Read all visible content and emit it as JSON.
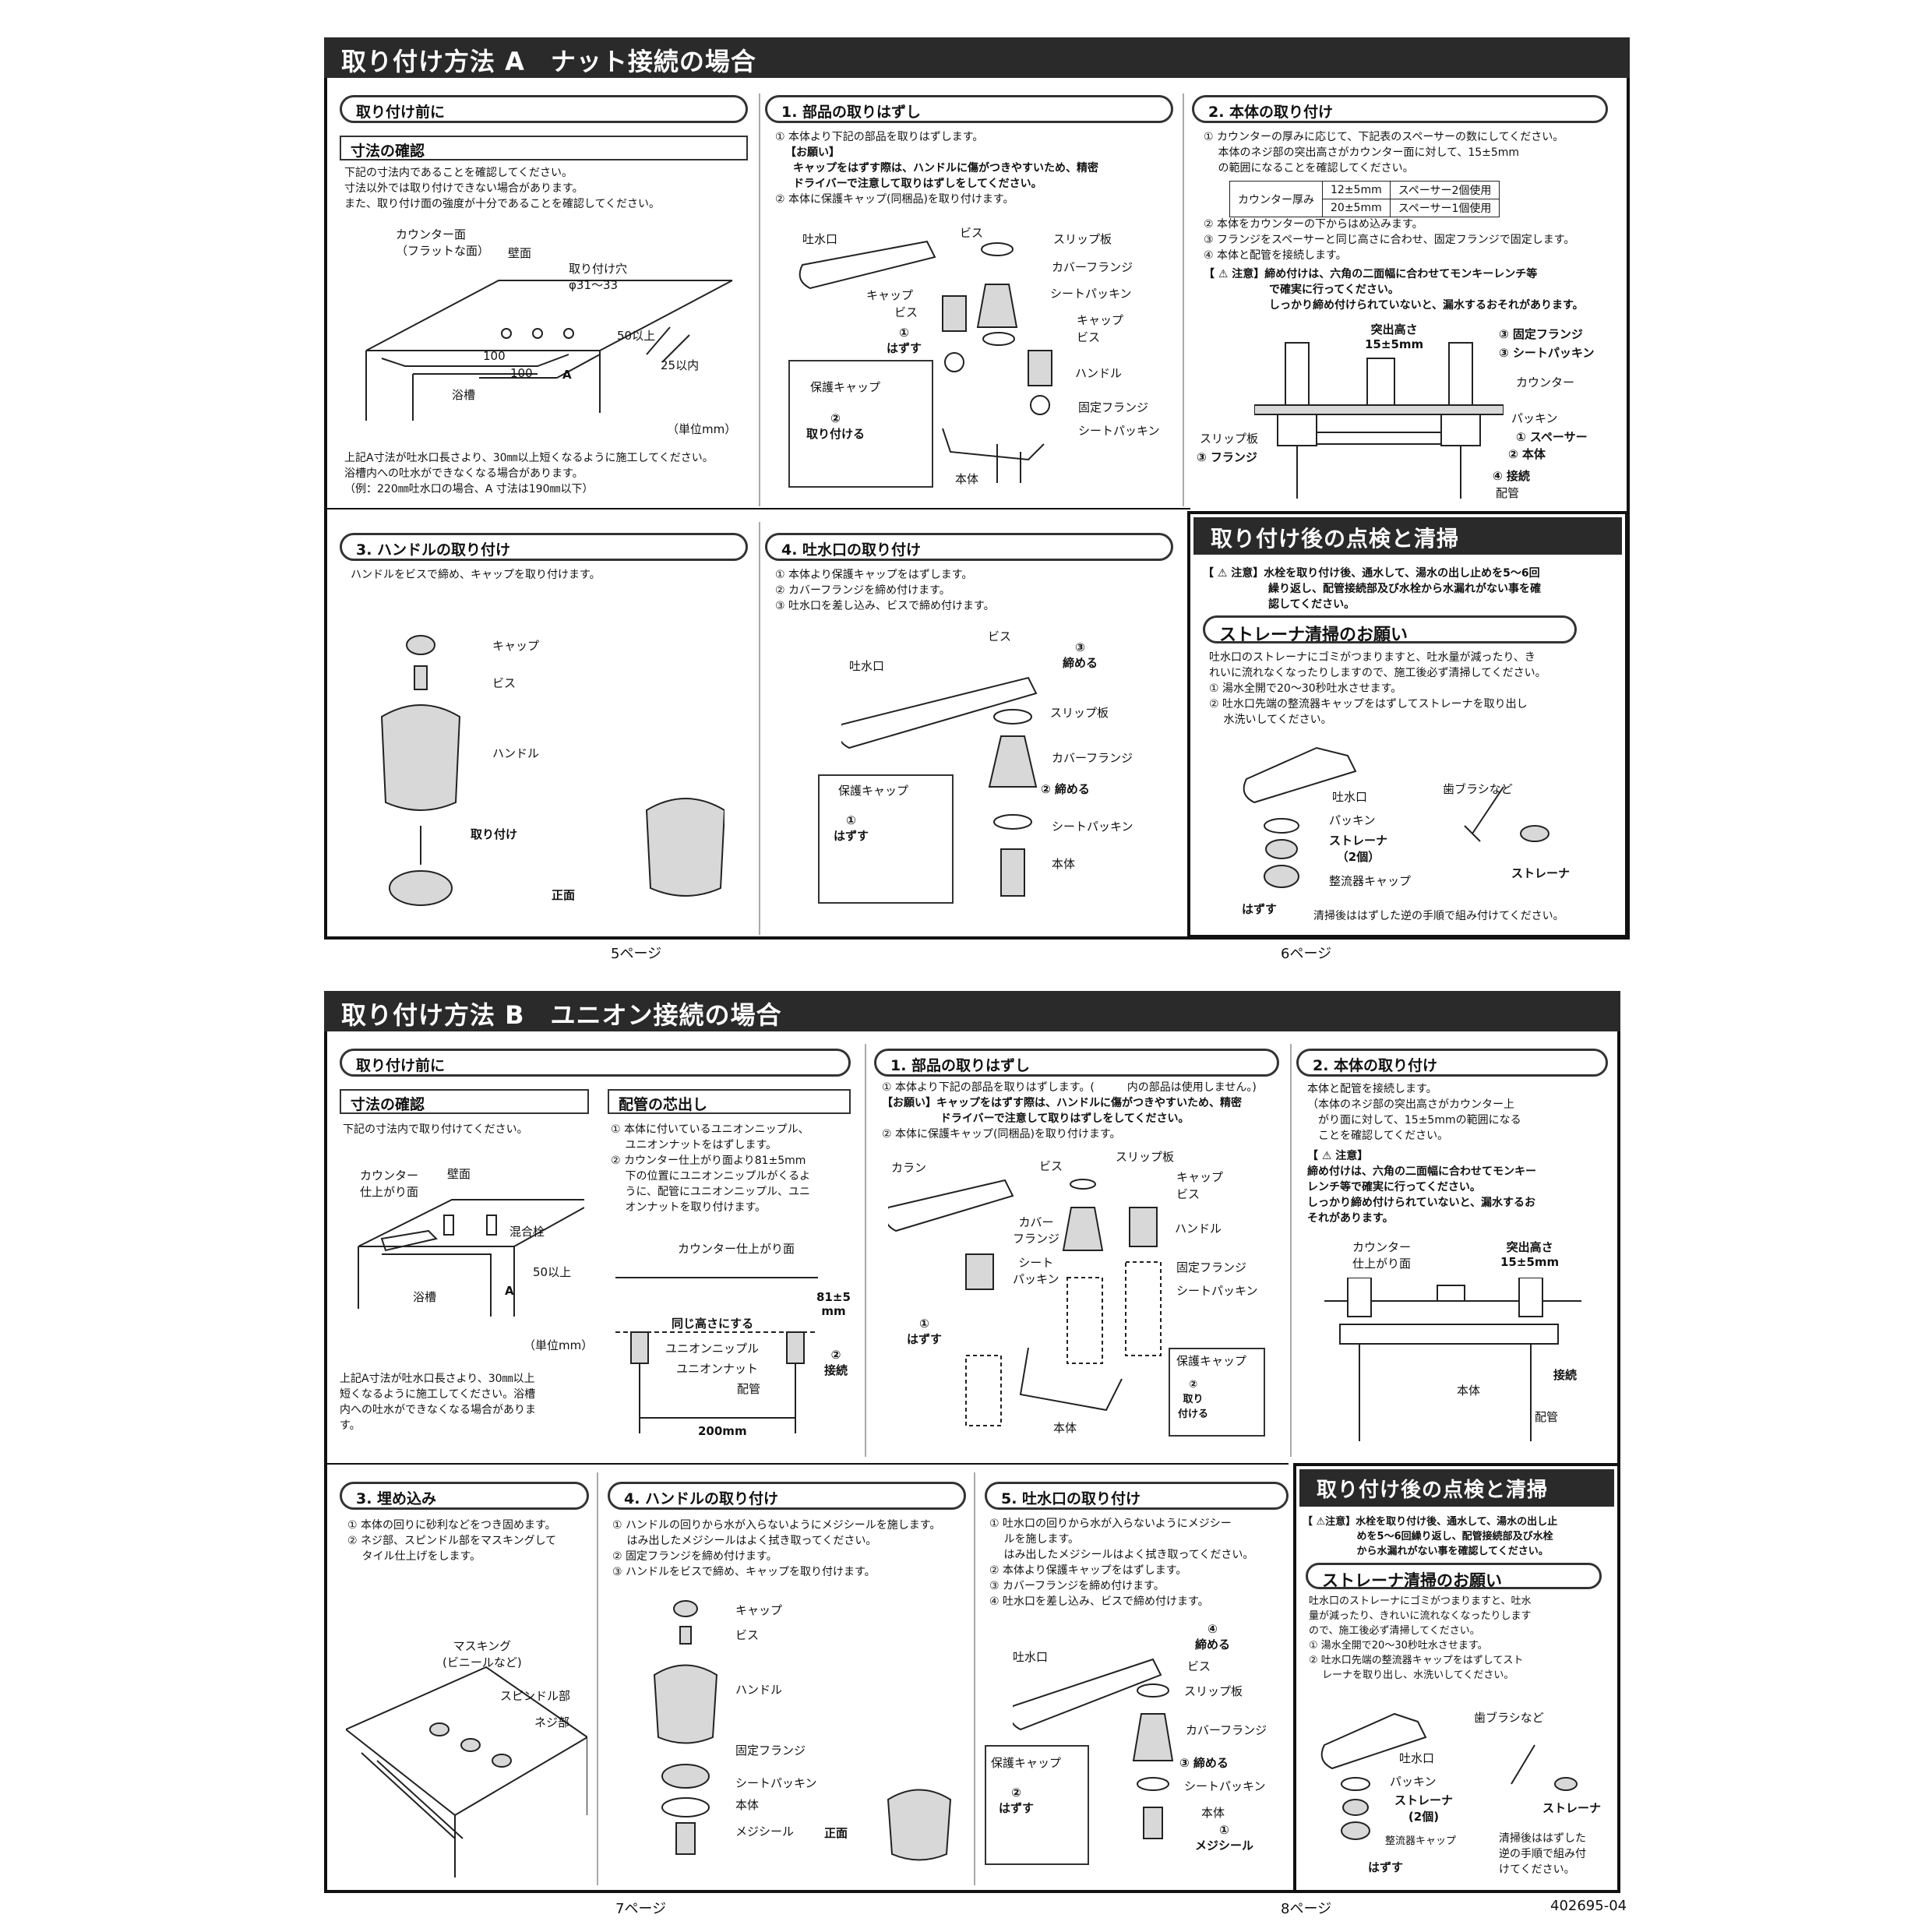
{
  "sectionA": {
    "title": "取り付け方法 A　ナット接続の場合",
    "before": {
      "pill": "取り付け前に",
      "dim_title": "寸法の確認",
      "dim_text": "下記の寸法内であることを確認してください。\n寸法以外では取り付けできない場合があります。\nまた、取り付け面の強度が十分であることを確認してください。",
      "counter_label": "カウンター面\n（フラットな面）",
      "wall": "壁面",
      "hole": "取り付け穴\nφ31～33",
      "d100a": "100",
      "d100b": "100",
      "dA": "A",
      "d50": "50以上",
      "d25": "25以内",
      "tub": "浴槽",
      "unit": "（単位mm）",
      "note": "上記A寸法が吐水口長さより、30㎜以上短くなるように施工してください。\n浴槽内への吐水ができなくなる場合があります。\n（例：220㎜吐水口の場合、A 寸法は190㎜以下）"
    },
    "step1": {
      "pill": "1. 部品の取りはずし",
      "t1": "① 本体より下記の部品を取りはずします。",
      "t2": "【お願い】",
      "t3": "キャップをはずす際は、ハンドルに傷がつきやすいため、精密\nドライバーで注意して取りはずしをしてください。",
      "t4": "② 本体に保護キャップ(同梱品)を取り付けます。",
      "labels": [
        "吐水口",
        "ビス",
        "スリップ板",
        "カバーフランジ",
        "キャップ",
        "ビス",
        "シートパッキン",
        "キャップ",
        "ビス",
        "ハンドル",
        "固定フランジ",
        "シートパッキン",
        "本体"
      ],
      "remove": "①\nはずす",
      "cap_label": "保護キャップ",
      "attach": "②\n取り付ける"
    },
    "step2": {
      "pill": "2. 本体の取り付け",
      "t1": "① カウンターの厚みに応じて、下記表のスペーサーの数にしてください。\n　 本体のネジ部の突出高さがカウンター面に対して、15±5mm\n　 の範囲になることを確認してください。",
      "table": [
        [
          "カウンター厚み",
          "12±5mm",
          "スペーサー2個使用"
        ],
        [
          "",
          "20±5mm",
          "スペーサー1個使用"
        ]
      ],
      "t2": "② 本体をカウンターの下からはめ込みます。\n③ フランジをスペーサーと同じ高さに合わせ、固定フランジで固定します。\n④ 本体と配管を接続します。",
      "warn1": "【 ⚠ 注意】締め付けは、六角の二面幅に合わせてモンキーレンチ等\n　　　　　　で確実に行ってください。\n　　　　　　しっかり締め付けられていないと、漏水するおそれがあります。",
      "labels": [
        "突出高さ\n15±5mm",
        "③ 固定フランジ",
        "③ シートパッキン",
        "カウンター",
        "パッキン",
        "① スペーサー",
        "② 本体",
        "④ 接続",
        "配管",
        "スリップ板",
        "③ フランジ"
      ]
    },
    "step3": {
      "pill": "3. ハンドルの取り付け",
      "t1": "ハンドルをビスで締め、キャップを取り付けます。",
      "labels": [
        "キャップ",
        "ビス",
        "ハンドル",
        "取り付け",
        "正面"
      ]
    },
    "step4": {
      "pill": "4. 吐水口の取り付け",
      "t1": "① 本体より保護キャップをはずします。\n② カバーフランジを締め付けます。\n③ 吐水口を差し込み、ビスで締め付けます。",
      "labels": [
        "ビス",
        "③\n締める",
        "吐水口",
        "スリップ板",
        "カバーフランジ",
        "② 締める",
        "保護キャップ",
        "①\nはずす",
        "シートパッキン",
        "本体"
      ]
    },
    "inspect": {
      "title": "取り付け後の点検と清掃",
      "warn": "【 ⚠ 注意】水栓を取り付け後、通水して、湯水の出し止めを5～6回\n　　　　　　繰り返し、配管接続部及び水栓から水漏れがない事を確\n　　　　　　認してください。",
      "sub": "ストレーナ清掃のお願い",
      "t1": "吐水口のストレーナにゴミがつまりますと、吐水量が減ったり、き\nれいに流れなくなったりしますので、施工後必ず清掃してください。\n① 湯水全開で20～30秒吐水させます。\n② 吐水口先端の整流器キャップをはずしてストレーナを取り出し\n　 水洗いしてください。",
      "labels": [
        "吐水口",
        "歯ブラシなど",
        "パッキン",
        "ストレーナ\n（2個）",
        "整流器キャップ",
        "ストレーナ",
        "はずす"
      ],
      "foot": "清掃後ははずした逆の手順で組み付けてください。"
    },
    "page_left": "5ページ",
    "page_right": "6ページ"
  },
  "sectionB": {
    "title": "取り付け方法 B　ユニオン接続の場合",
    "before": {
      "pill": "取り付け前に",
      "dim_title": "寸法の確認",
      "dim_text": "下記の寸法内で取り付けてください。",
      "labels": [
        "カウンター\n仕上がり面",
        "壁面",
        "混合栓",
        "50以上",
        "浴槽",
        "A",
        "（単位mm）"
      ],
      "note": "上記A寸法が吐水口長さより、30㎜以上\n短くなるように施工してください。浴槽\n内への吐水ができなくなる場合がありま\nす。",
      "pipe_title": "配管の芯出し",
      "pipe_text": "① 本体に付いているユニオンニップル、\n　 ユニオンナットをはずします。\n② カウンター仕上がり面より81±5mm\n　 下の位置にユニオンニップルがくるよ\n　 うに、配管にユニオンニップル、ユニ\n　 オンナットを取り付けます。",
      "pipe_labels": [
        "カウンター仕上がり面",
        "81±5\nmm",
        "同じ高さにする",
        "ユニオンニップル",
        "ユニオンナット",
        "配管",
        "②\n接続",
        "200mm"
      ]
    },
    "step1": {
      "pill": "1. 部品の取りはずし",
      "t1": "① 本体より下記の部品を取りはずします。(　　　内の部品は使用しません。)",
      "t2": "【お願い】キャップをはずす際は、ハンドルに傷がつきやすいため、精密\n　　　　　 ドライバーで注意して取りはずしをしてください。",
      "t3": "② 本体に保護キャップ(同梱品)を取り付けます。",
      "labels": [
        "カラン",
        "ビス",
        "スリップ板",
        "キャップ",
        "ビス",
        "カバー\nフランジ",
        "ハンドル",
        "シート\nパッキン",
        "固定フランジ",
        "シートパッキン",
        "①\nはずす",
        "本体",
        "保護キャップ",
        "②\n取り\n付ける"
      ]
    },
    "step2": {
      "pill": "2. 本体の取り付け",
      "t1": "本体と配管を接続します。\n（本体のネジ部の突出高さがカウンター上\n　がり面に対して、15±5mmの範囲になる\n　ことを確認してください。",
      "warn": "【 ⚠ 注意】\n締め付けは、六角の二面幅に合わせてモンキー\nレンチ等で確実に行ってください。\nしっかり締め付けられていないと、漏水するお\nそれがあります。",
      "labels": [
        "カウンター\n仕上がり面",
        "突出高さ\n15±5mm",
        "接続",
        "本体",
        "配管"
      ]
    },
    "step3": {
      "pill": "3. 埋め込み",
      "t1": "① 本体の回りに砂利などをつき固めます。\n② ネジ部、スピンドル部をマスキングして\n　 タイル仕上げをします。",
      "labels": [
        "マスキング\n(ビニールなど)",
        "スピンドル部",
        "ネジ部"
      ]
    },
    "step4": {
      "pill": "4. ハンドルの取り付け",
      "t1": "① ハンドルの回りから水が入らないようにメジシールを施します。\n　 はみ出したメジシールはよく拭き取ってください。\n② 固定フランジを締め付けます。\n③ ハンドルをビスで締め、キャップを取り付けます。",
      "labels": [
        "キャップ",
        "ビス",
        "ハンドル",
        "固定フランジ",
        "シートパッキン",
        "本体",
        "メジシール",
        "正面"
      ]
    },
    "step5": {
      "pill": "5. 吐水口の取り付け",
      "t1": "① 吐水口の回りから水が入らないようにメジシー\n　 ルを施します。\n　 はみ出したメジシールはよく拭き取ってください。\n② 本体より保護キャップをはずします。\n③ カバーフランジを締め付けます。\n④ 吐水口を差し込み、ビスで締め付けます。",
      "labels": [
        "④\n締める",
        "ビス",
        "吐水口",
        "スリップ板",
        "カバーフランジ",
        "③ 締める",
        "保護キャップ",
        "②\nはずす",
        "シートパッキン",
        "本体",
        "①\nメジシール"
      ]
    },
    "inspect": {
      "title": "取り付け後の点検と清掃",
      "warn": "【 ⚠注意】水栓を取り付け後、通水して、湯水の出し止\n　　　　　 めを5～6回繰り返し、配管接続部及び水栓\n　　　　　 から水漏れがない事を確認してください。",
      "sub": "ストレーナ清掃のお願い",
      "t1": "吐水口のストレーナにゴミがつまりますと、吐水\n量が減ったり、きれいに流れなくなったりします\nので、施工後必ず清掃してください。\n① 湯水全開で20～30秒吐水させます。\n② 吐水口先端の整流器キャップをはずしてスト\n　 レーナを取り出し、水洗いしてください。",
      "labels": [
        "歯ブラシなど",
        "吐水口",
        "パッキン",
        "ストレーナ\n(2個)",
        "ストレーナ",
        "整流器キャップ",
        "はずす"
      ],
      "foot": "清掃後ははずした\n逆の手順で組み付\nけてください。"
    },
    "page_left": "7ページ",
    "page_right": "8ページ",
    "doc_code": "402695-04"
  }
}
